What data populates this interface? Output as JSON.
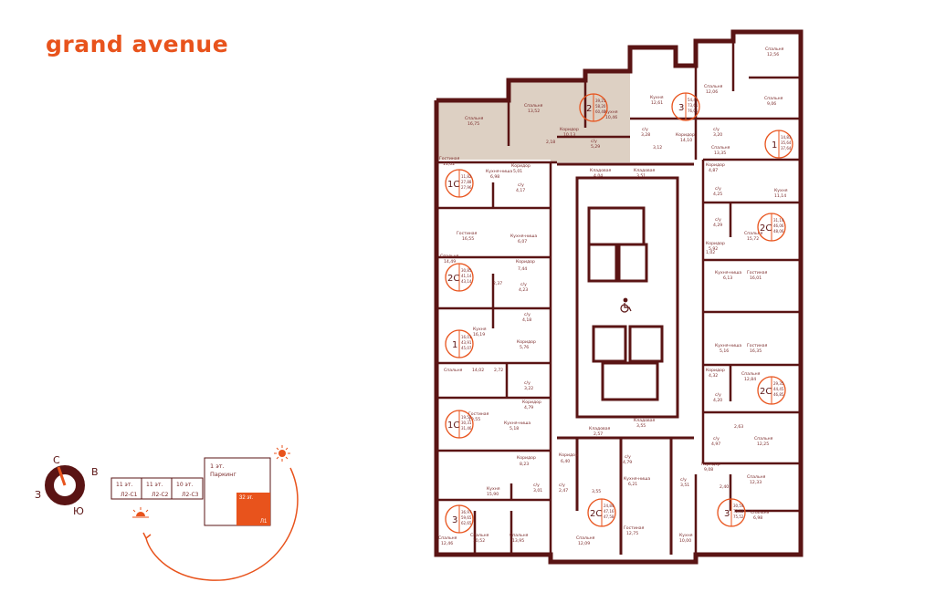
{
  "brand": {
    "name": "grand avenue"
  },
  "compass": {
    "north": "С",
    "east": "В",
    "south": "Ю",
    "west": "З"
  },
  "site_plan": {
    "buildings": [
      {
        "label": "11 эт.",
        "code": "Л2-С1"
      },
      {
        "label": "11 эт.",
        "code": "Л2-С2"
      },
      {
        "label": "10 эт.",
        "code": "Л2-С3"
      }
    ],
    "parking": {
      "line1": "1 эт.",
      "line2": "Паркинг"
    },
    "tower": {
      "floors": "32 эт.",
      "code": "Л1"
    }
  },
  "colors": {
    "accent": "#e8531c",
    "wall": "#5a1414",
    "highlight": "#ddd0c3"
  },
  "rooms": {
    "bed_16_75": {
      "name": "Спальня",
      "area": "16,75"
    },
    "bed_13_52": {
      "name": "Спальня",
      "area": "13,52"
    },
    "kitchen_10_46": {
      "name": "Кухня",
      "area": "10,46"
    },
    "corr_10_13": {
      "name": "Коридор",
      "area": "10,13"
    },
    "bath_5_29": {
      "name": "с/у",
      "area": "5,29"
    },
    "bath_2_18": {
      "name": "",
      "area": "2,18"
    },
    "living_11_02": {
      "name": "Гостиная",
      "area": "11,02"
    },
    "kn_6_98": {
      "name": "Кухня-ниша",
      "area": "6,98"
    },
    "corr_5_01": {
      "name": "Коридор",
      "area": "5,01"
    },
    "bath_4_17": {
      "name": "с/у",
      "area": "4,17"
    },
    "living_16_55": {
      "name": "Гостиная",
      "area": "16,55"
    },
    "kn_6_07": {
      "name": "Кухня-ниша",
      "area": "6,07"
    },
    "bed_14_49": {
      "name": "Спальня",
      "area": "14,49"
    },
    "corr_7_44": {
      "name": "Коридор",
      "area": "7,44"
    },
    "bath_4_23": {
      "name": "с/у",
      "area": "4,23"
    },
    "bath_2_37": {
      "name": "",
      "area": "2,37"
    },
    "kitchen_16_19": {
      "name": "Кухня",
      "area": "16,19"
    },
    "bath_4_18": {
      "name": "с/у",
      "area": "4,18"
    },
    "corr_5_76": {
      "name": "Коридор",
      "area": "5,76"
    },
    "bed_14_02": {
      "name": "Спальня",
      "area": "14,02"
    },
    "bath_2_72": {
      "name": "",
      "area": "2,72"
    },
    "bath_3_22": {
      "name": "с/у",
      "area": "3,22"
    },
    "corr_4_79": {
      "name": "Коридор",
      "area": "4,79"
    },
    "living_19_55": {
      "name": "Гостиная",
      "area": "19,55"
    },
    "kn_5_18": {
      "name": "Кухня-ниша",
      "area": "5,18"
    },
    "corr_8_23": {
      "name": "Коридор",
      "area": "8,23"
    },
    "kitchen_15_90": {
      "name": "Кухня",
      "area": "15,90"
    },
    "bath_3_01": {
      "name": "с/у",
      "area": "3,01"
    },
    "bath_2_47": {
      "name": "с/у",
      "area": "2,47"
    },
    "bed_12_46": {
      "name": "Спальня",
      "area": "12,46"
    },
    "bed_10_52": {
      "name": "Спальня",
      "area": "10,52"
    },
    "bed_13_95": {
      "name": "Спальня",
      "area": "13,95"
    },
    "corr_6_40": {
      "name": "Коридор",
      "area": "6,40"
    },
    "bath_3_55": {
      "name": "",
      "area": "3,55"
    },
    "bed_12_09": {
      "name": "Спальня",
      "area": "12,09"
    },
    "bath_4_79": {
      "name": "с/у",
      "area": "4,79"
    },
    "kn_6_21": {
      "name": "Кухня-ниша",
      "area": "6,21"
    },
    "living_12_75": {
      "name": "Гостиная",
      "area": "12,75"
    },
    "stor_4_04": {
      "name": "Кладовая",
      "area": "4,04"
    },
    "stor_3_51": {
      "name": "Кладовая",
      "area": "3,51"
    },
    "stor_2_57": {
      "name": "Кладовая",
      "area": "2,57"
    },
    "stor_3_55": {
      "name": "Кладовая",
      "area": "3,55"
    },
    "bed_12_56": {
      "name": "Спальня",
      "area": "12,56"
    },
    "bed_12_06": {
      "name": "Спальня",
      "area": "12,06"
    },
    "bed_9_06": {
      "name": "Спальня",
      "area": "9,06"
    },
    "kitchen_12_61": {
      "name": "Кухня",
      "area": "12,61"
    },
    "bath_3_28": {
      "name": "с/у",
      "area": "3,28"
    },
    "corr_14_10": {
      "name": "Коридор",
      "area": "14,10"
    },
    "bath_3_20": {
      "name": "с/у",
      "area": "3,20"
    },
    "bath_3_12": {
      "name": "",
      "area": "3,12"
    },
    "bed_13_35": {
      "name": "Спальня",
      "area": "13,35"
    },
    "corr_4_87": {
      "name": "Коридор",
      "area": "4,87"
    },
    "bath_4_25": {
      "name": "с/у",
      "area": "4,25"
    },
    "kitchen_11_14": {
      "name": "Кухня",
      "area": "11,14"
    },
    "bath_4_29": {
      "name": "с/у",
      "area": "4,29"
    },
    "bed_15_72": {
      "name": "Спальня",
      "area": "15,72"
    },
    "corr_5_92": {
      "name": "Коридор",
      "area": "5,92"
    },
    "kn_6_13": {
      "name": "Кухня-ниша",
      "area": "6,13"
    },
    "living_16_01": {
      "name": "Гостиная",
      "area": "16,01"
    },
    "kn_5_16": {
      "name": "Кухня-ниша",
      "area": "5,16"
    },
    "living_16_35": {
      "name": "Гостиная",
      "area": "16,35"
    },
    "corr_4_32": {
      "name": "Коридор",
      "area": "4,32"
    },
    "bed_12_84": {
      "name": "Спальня",
      "area": "12,84"
    },
    "bath_4_20": {
      "name": "с/у",
      "area": "4,20"
    },
    "bath_2_63": {
      "name": "",
      "area": "2,63"
    },
    "bath_4_97": {
      "name": "с/у",
      "area": "4,97"
    },
    "bed_12_25": {
      "name": "Спальня",
      "area": "12,25"
    },
    "corr_9_08": {
      "name": "Коридор",
      "area": "9,08"
    },
    "bed_12_33": {
      "name": "Спальня",
      "area": "12,33"
    },
    "bath_3_51": {
      "name": "с/у",
      "area": "3,51"
    },
    "bath_2_40": {
      "name": "",
      "area": "2,40"
    },
    "bed_6_98": {
      "name": "Спальня",
      "area": "6,98"
    },
    "kitchen_10_00": {
      "name": "Кухня",
      "area": "10,00"
    },
    "bath_1_02": {
      "name": "",
      "area": "1,02"
    }
  },
  "unit_badges": [
    {
      "id": "b1",
      "label": "2",
      "l1": "39,21",
      "l2": "58,20",
      "l3": "60,40"
    },
    {
      "id": "b2",
      "label": "3",
      "l1": "54,42",
      "l2": "73,61",
      "l3": "76,01"
    },
    {
      "id": "b3",
      "label": "1",
      "l1": "14,83",
      "l2": "35,64",
      "l3": "37,64"
    },
    {
      "id": "b4",
      "label": "1С",
      "l1": "11,82",
      "l2": "27,88",
      "l3": "27,96"
    },
    {
      "id": "b5",
      "label": "2С",
      "l1": "31,14",
      "l2": "46,06",
      "l3": "48,06"
    },
    {
      "id": "b6",
      "label": "2С",
      "l1": "30,85",
      "l2": "41,14",
      "l3": "43,14"
    },
    {
      "id": "b7",
      "label": "2С",
      "l1": "29,35",
      "l2": "44,45",
      "l3": "46,85"
    },
    {
      "id": "b8",
      "label": "1",
      "l1": "16,01",
      "l2": "43,91",
      "l3": "45,07"
    },
    {
      "id": "b9",
      "label": "1С",
      "l1": "19,55",
      "l2": "30,31",
      "l3": "31,46"
    },
    {
      "id": "b10",
      "label": "3",
      "l1": "36,97",
      "l2": "59,65",
      "l3": "62,65"
    },
    {
      "id": "b11",
      "label": "2С",
      "l1": "24,84",
      "l2": "47,16",
      "l3": "47,58"
    },
    {
      "id": "b12",
      "label": "3",
      "l1": "30,54",
      "l2": "72,52",
      "l3": "75,52"
    }
  ]
}
